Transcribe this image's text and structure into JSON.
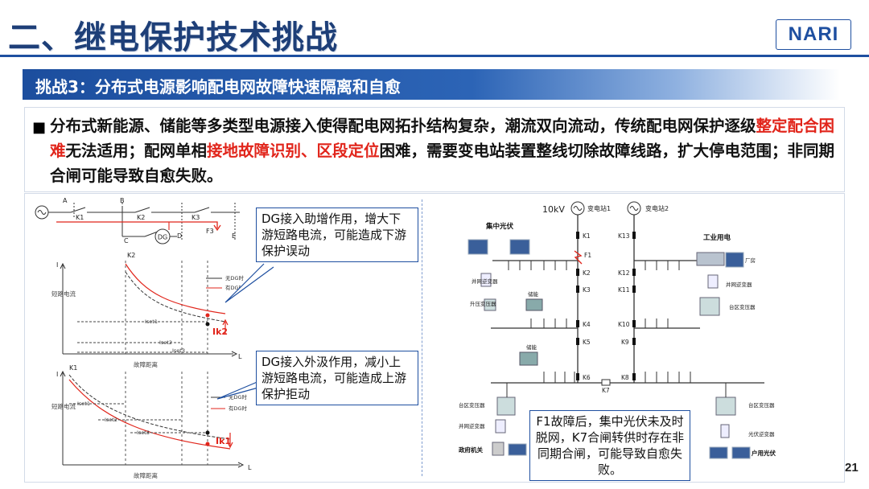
{
  "title": "二、继电保护技术挑战",
  "logo": "NARI",
  "banner": "挑战3：分布式电源影响配电网故障快速隔离和自愈",
  "bullet": {
    "symbol": "■",
    "parts": [
      {
        "text": "分布式新能源、储能等多类型电源接入使得配电网拓扑结构复杂，潮流双向流动，传统配电网保护逐级",
        "red": false
      },
      {
        "text": "整定配合困难",
        "red": true
      },
      {
        "text": "无法适用；配网单相",
        "red": false
      },
      {
        "text": "接地故障识别、区段定位",
        "red": true
      },
      {
        "text": "困难，需要变电站装置整线切除故障线路，扩大停电范围；非同期合闸可能导致自愈失败。",
        "red": false
      }
    ]
  },
  "left_diagram": {
    "nodes": [
      "A",
      "B",
      "C",
      "D",
      "E"
    ],
    "switches": [
      "K1",
      "K2",
      "K3"
    ],
    "fault": "F3",
    "dg": "DG",
    "chart1": {
      "curve_label": "K2",
      "y_axis": "I",
      "y_label": "短路电流",
      "x_axis": "L",
      "x_label": "故障距离",
      "legend": [
        "无DG时",
        "有DG时"
      ],
      "settings": [
        "Iset1",
        "Iset2",
        "Iset3"
      ],
      "current": "Ik2"
    },
    "chart2": {
      "curve_label": "K1",
      "y_axis": "I",
      "y_label": "短路电流",
      "x_axis": "L",
      "x_label": "故障距离",
      "legend": [
        "无DG时",
        "有DG时"
      ],
      "settings": [
        "Iset1",
        "Iset2",
        "Iset3"
      ],
      "current": "Ik1"
    }
  },
  "callouts": {
    "c1": "DG接入助增作用，增大下游短路电流，可能造成下游保护误动",
    "c2": "DG接入外汲作用，减小上游短路电流，可能造成上游保护拒动",
    "c3": "F1故障后，集中光伏未及时脱网，K7合闸转供时存在非同期合闸，可能导致自愈失败。"
  },
  "right_diagram": {
    "voltage": "10kV",
    "substations": [
      "变电站1",
      "变电站2"
    ],
    "switches_left": [
      "K1",
      "K2",
      "K3",
      "K4",
      "K5",
      "K6"
    ],
    "switches_right": [
      "K13",
      "K12",
      "K11",
      "K10",
      "K9",
      "K8"
    ],
    "tie_switch": "K7",
    "fault": "F1",
    "labels": {
      "central_pv": "集中光伏",
      "industrial": "工业用电",
      "factory": "厂房",
      "grid_inverter_1": "并网逆变器",
      "boost_transformer": "升压变压器",
      "storage_1": "储能",
      "grid_inverter_2": "并网逆变器",
      "area_transformer_1": "台区变压器",
      "storage_2": "储能",
      "area_transformer_2": "台区变压器",
      "grid_inverter_3": "并网逆变器",
      "government": "政府机关",
      "area_transformer_3": "台区变压器",
      "pv_inverter": "光伏逆变器",
      "household_pv": "户用光伏"
    }
  },
  "page_number": "21",
  "colors": {
    "title": "#1e3f78",
    "banner": "#1c4e9e",
    "highlight": "#e1251b",
    "curve_red": "#e1251b"
  }
}
